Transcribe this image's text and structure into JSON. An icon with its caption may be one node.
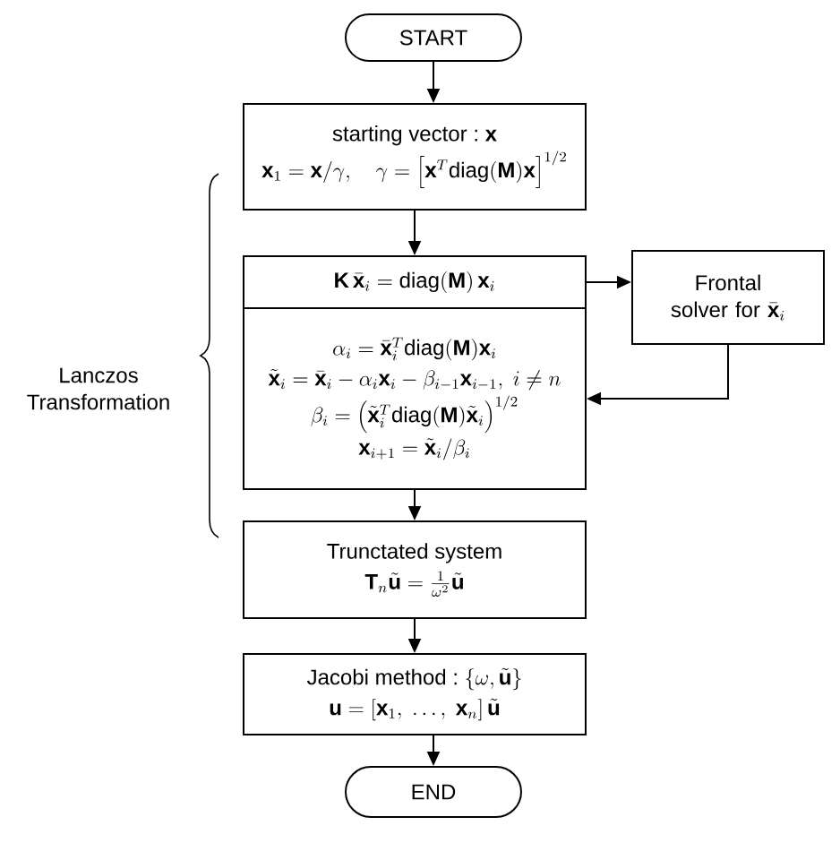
{
  "diagram": {
    "nodes": [
      {
        "text": [
          "START"
        ]
      },
      {
        "text": [
          "starting vector :",
          "\\mathbf{x}",
          "\\mathbf{x}_1 = \\mathbf{x}/\\gamma,\\quad \\gamma = \\left[\\mathbf{x}^{T}\\mathrm{diag}(\\mathbf{M})\\mathbf{x}\\right]^{1/2}"
        ]
      },
      {
        "text": [
          "\\mathbf{K}\\,\\bar{\\mathbf{x}}_i = \\mathrm{diag}(\\mathbf{M})\\,\\mathbf{x}_i"
        ]
      },
      {
        "text": [
          "\\alpha_i = \\bar{\\mathbf{x}}_i^{T}\\mathrm{diag}(\\mathbf{M})\\mathbf{x}_i",
          "\\tilde{\\mathbf{x}}_i = \\bar{\\mathbf{x}}_i - \\alpha_i\\mathbf{x}_i - \\beta_{i-1}\\mathbf{x}_{i-1},\\ i \\neq n",
          "\\beta_i = \\left(\\tilde{\\mathbf{x}}_i^{T}\\mathrm{diag}(\\mathbf{M})\\tilde{\\mathbf{x}}_i\\right)^{1/2}",
          "\\mathbf{x}_{i+1} = \\tilde{\\mathbf{x}}_i/\\beta_i"
        ]
      },
      {
        "text": [
          "Frontal solver for",
          "\\bar{\\mathbf{x}}_i"
        ]
      },
      {
        "text": [
          "Trunctated system",
          "\\mathbf{T}_n\\tilde{\\mathbf{u}} = \\frac{1}{\\omega^2}\\tilde{\\mathbf{u}}"
        ]
      },
      {
        "text": [
          "Jacobi method :",
          "\\{\\omega, \\tilde{\\mathbf{u}}\\}",
          "\\mathbf{u} = \\left[\\mathbf{x}_1,\\ \\dots,\\ \\mathbf{x}_n\\right]\\tilde{\\mathbf{u}}"
        ]
      },
      {
        "text": [
          "END"
        ]
      }
    ],
    "edges": [
      {
        "from": 0,
        "to": 1,
        "arrow": "to"
      },
      {
        "from": 1,
        "to": 2,
        "arrow": "to"
      },
      {
        "from": 2,
        "to": 4,
        "arrow": "to"
      },
      {
        "from": 4,
        "to": 3,
        "arrow": "to"
      },
      {
        "from": 3,
        "to": 5,
        "arrow": "to"
      },
      {
        "from": 5,
        "to": 6,
        "arrow": "to"
      },
      {
        "from": 6,
        "to": 7,
        "arrow": "to"
      }
    ],
    "labels": [
      "Lanczos Transformation"
    ]
  }
}
